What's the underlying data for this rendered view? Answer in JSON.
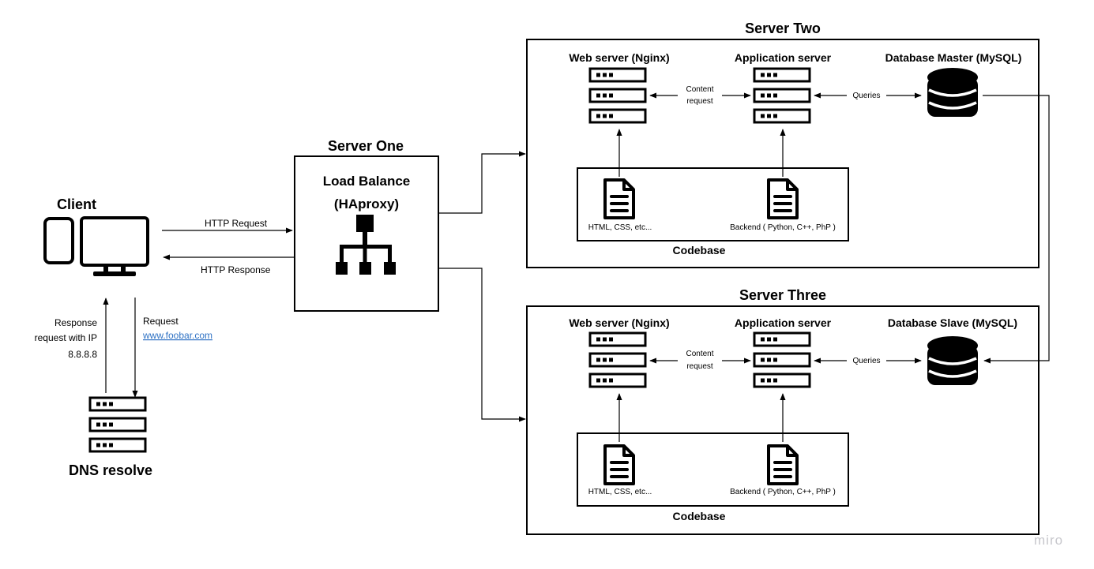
{
  "servers": {
    "one": {
      "title": "Server One",
      "lb_line1": "Load Balance",
      "lb_line2": "(HAproxy)"
    },
    "two": {
      "title": "Server Two",
      "web_label": "Web server (Nginx)",
      "app_label": "Application server",
      "db_label": "Database Master (MySQL)",
      "content_line1": "Content",
      "content_line2": "request",
      "queries": "Queries",
      "file1": "HTML, CSS, etc...",
      "file2": "Backend ( Python, C++, PhP )",
      "codebase": "Codebase"
    },
    "three": {
      "title": "Server Three",
      "web_label": "Web server (Nginx)",
      "app_label": "Application server",
      "db_label": "Database Slave (MySQL)",
      "content_line1": "Content",
      "content_line2": "request",
      "queries": "Queries",
      "file1": "HTML, CSS, etc...",
      "file2": "Backend ( Python, C++, PhP )",
      "codebase": "Codebase"
    }
  },
  "client": {
    "title": "Client",
    "http_request": "HTTP Request",
    "http_response": "HTTP Response",
    "response_line1": "Response",
    "response_line2": "request with IP",
    "response_line3": "8.8.8.8",
    "request_label": "Request",
    "request_link": "www.foobar.com"
  },
  "dns": {
    "title": "DNS resolve"
  },
  "icons": [
    "desktop-monitor-icon",
    "phone-icon",
    "server-rack-icon",
    "network-hierarchy-icon",
    "database-icon",
    "document-icon"
  ],
  "colors": {
    "link": "#2f72c4",
    "watermark": "#c7c7cc"
  },
  "watermark": "miro"
}
